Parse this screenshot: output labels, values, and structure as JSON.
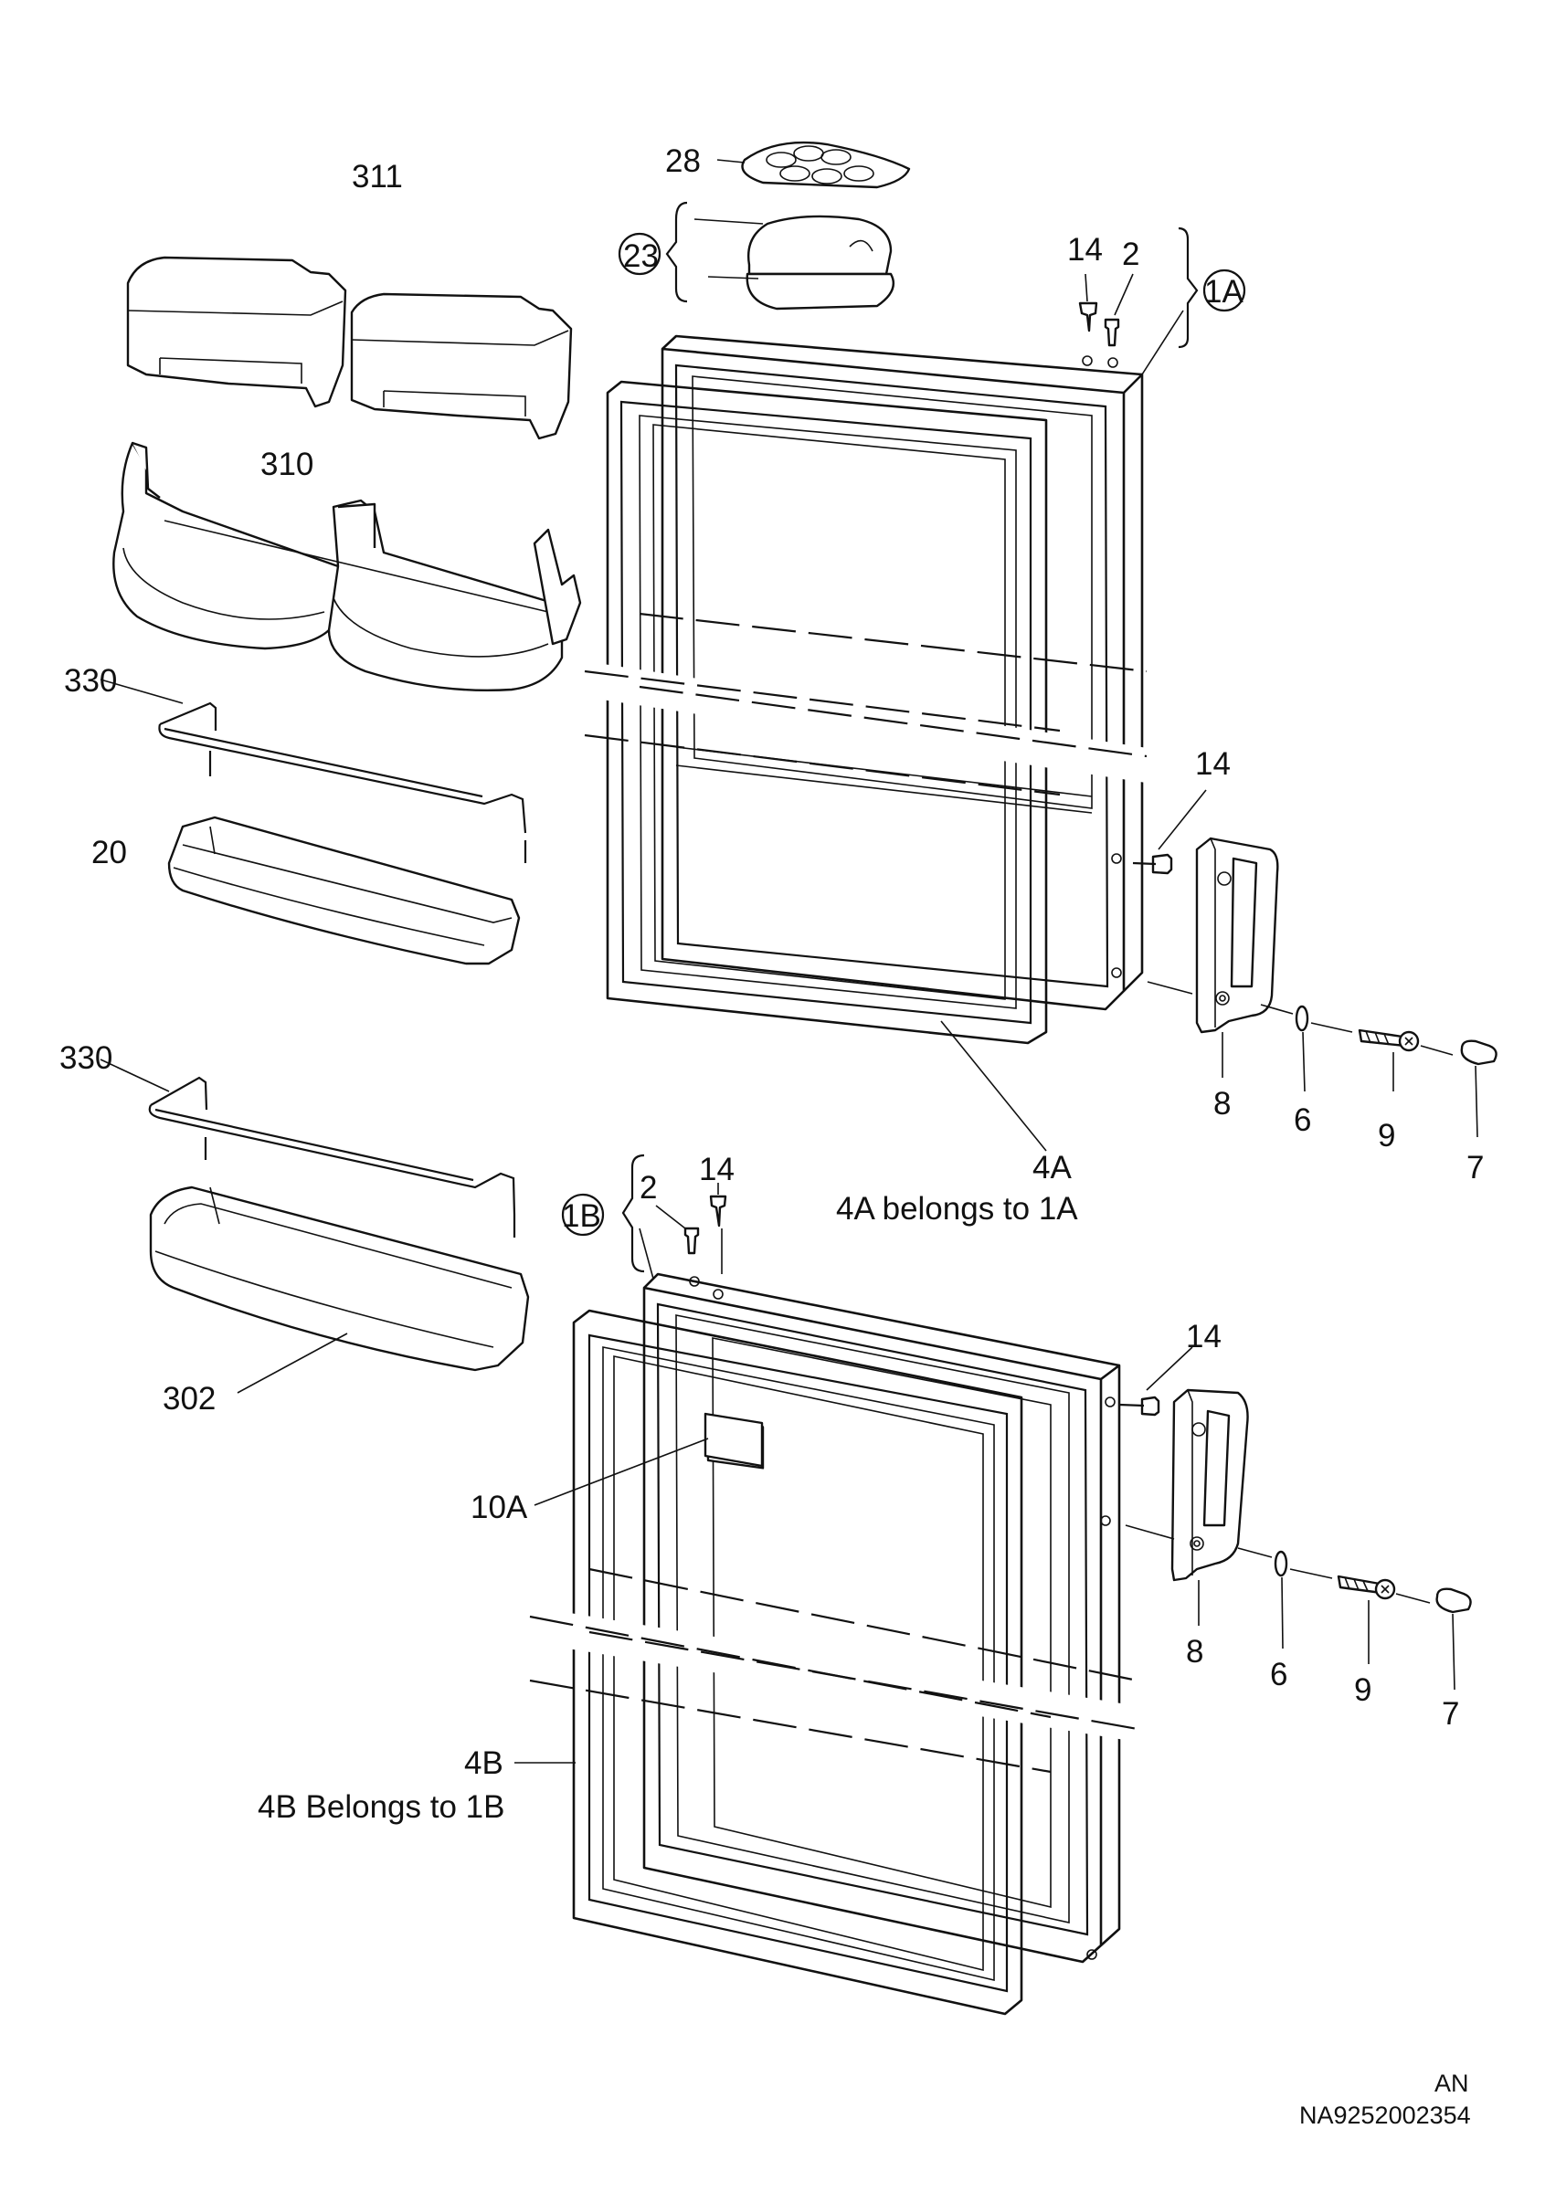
{
  "labels": {
    "l311": "311",
    "l28": "28",
    "l23": "23",
    "l14a": "14",
    "l2a": "2",
    "l1A": "1A",
    "l310": "310",
    "l330a": "330",
    "l20": "20",
    "l14b": "14",
    "l8a": "8",
    "l6a": "6",
    "l9a": "9",
    "l7a": "7",
    "l4A": "4A",
    "l4A_note": "4A belongs to 1A",
    "l330b": "330",
    "l14c": "14",
    "l2b": "2",
    "l1B": "1B",
    "l302": "302",
    "l14d": "14",
    "l10A": "10A",
    "l8b": "8",
    "l6b": "6",
    "l9b": "9",
    "l7b": "7",
    "l4B": "4B",
    "l4B_note": "4B  Belongs to 1B"
  },
  "footer": {
    "lang": "AN",
    "doc_code": "NA9252002354"
  }
}
